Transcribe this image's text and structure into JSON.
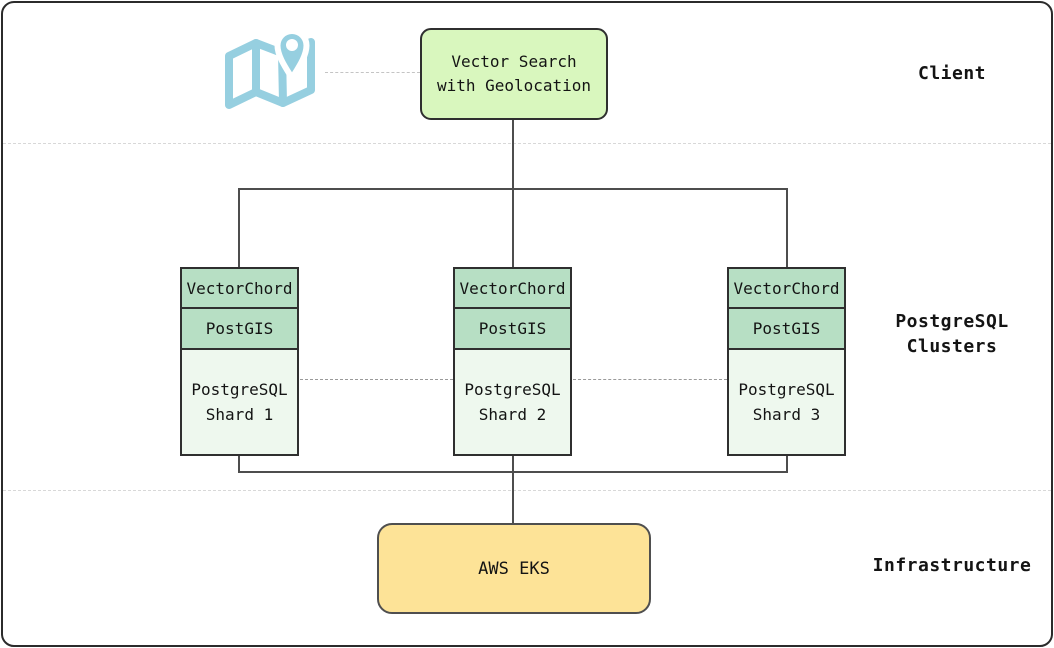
{
  "bands": [
    {
      "name": "client",
      "label": "Client"
    },
    {
      "name": "postgresql-clusters",
      "label_line1": "PostgreSQL",
      "label_line2": "Clusters"
    },
    {
      "name": "infrastructure",
      "label": "Infrastructure"
    }
  ],
  "nodes": {
    "vector_search": {
      "line1": "Vector Search",
      "line2": "with Geolocation",
      "fill": "#d9f7be"
    },
    "aws_eks": {
      "label": "AWS EKS",
      "fill": "#fde397"
    }
  },
  "shards": [
    {
      "layer1": "VectorChord",
      "layer2": "PostGIS",
      "name_line1": "PostgreSQL",
      "name_line2": "Shard 1"
    },
    {
      "layer1": "VectorChord",
      "layer2": "PostGIS",
      "name_line1": "PostgreSQL",
      "name_line2": "Shard 2"
    },
    {
      "layer1": "VectorChord",
      "layer2": "PostGIS",
      "name_line1": "PostgreSQL",
      "name_line2": "Shard 3"
    }
  ],
  "icons": {
    "map_location": {
      "name": "map-location-icon",
      "color": "#96cfe0"
    }
  },
  "colors": {
    "shard_layer_fill": "#b7dfc4",
    "shard_body_fill": "#eef8ee",
    "connector": "#4d4d4d",
    "frame_border": "#2b2b2b"
  }
}
